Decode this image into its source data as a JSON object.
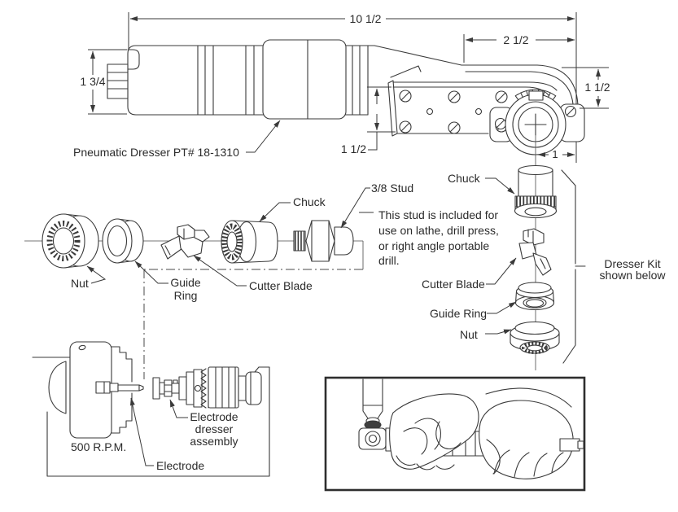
{
  "diagram": {
    "top_view": {
      "part_label": "Pneumatic Dresser PT# 18-1310",
      "dim_overall_length": "10 1/2",
      "dim_head_length": "2 1/2",
      "dim_body_height": "1 3/4",
      "dim_head_height": "1 1/2",
      "dim_plate_height": "1 1/2",
      "dim_chuck_offset": "1"
    },
    "exploded_view": {
      "chuck_label": "Chuck",
      "stud_label": "3/8 Stud",
      "stud_note_lines": [
        "This stud is included for",
        "use on lathe, drill press,",
        "or right angle portable",
        "drill."
      ],
      "nut_label": "Nut",
      "guide_ring_line1": "Guide",
      "guide_ring_line2": "Ring",
      "cutter_blade_label": "Cutter Blade"
    },
    "dresser_kit": {
      "chuck_label": "Chuck",
      "cutter_blade_label": "Cutter Blade",
      "guide_ring_label": "Guide Ring",
      "nut_label": "Nut",
      "note_line1": "Dresser Kit",
      "note_line2": "shown below"
    },
    "lathe_view": {
      "rpm_label": "500 R.P.M.",
      "assembly_lines": [
        "Electrode",
        "dresser",
        "assembly"
      ],
      "electrode_label": "Electrode"
    }
  }
}
